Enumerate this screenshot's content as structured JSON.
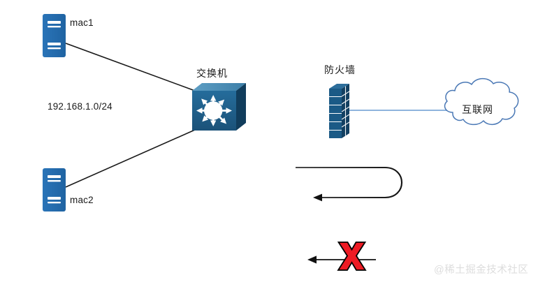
{
  "diagram": {
    "title": "Network topology with switch, firewall and internet",
    "colors": {
      "server_blue": "#2270b8",
      "switch_front": "#1f5c87",
      "switch_top": "#4f8fb8",
      "switch_side": "#13405f",
      "firewall_brick": "#1b5a86",
      "firewall_side": "#13466b",
      "cloud_outline": "#4a78b5",
      "link_dark": "#1a1a1a",
      "link_light_blue": "#8fb4dd",
      "x_mark_red": "#ee1b24",
      "x_mark_outline": "#000000",
      "arrow_black": "#111111",
      "watermark_gray": "#dddddd",
      "text": "#1a1a1a"
    },
    "nodes": [
      {
        "id": "mac1",
        "type": "server-icon",
        "label": "mac1"
      },
      {
        "id": "mac2",
        "type": "server-icon",
        "label": "mac2"
      },
      {
        "id": "switch",
        "type": "switch-icon",
        "label": "交换机"
      },
      {
        "id": "firewall",
        "type": "firewall-icon",
        "label": "防火墙"
      },
      {
        "id": "internet",
        "type": "cloud-icon",
        "label": "互联网"
      }
    ],
    "annotations": {
      "subnet": "192.168.1.0/24",
      "watermark": "@稀土掘金技术社区"
    },
    "links": [
      {
        "from": "mac1",
        "to": "switch",
        "style": "solid-dark"
      },
      {
        "from": "mac2",
        "to": "switch",
        "style": "solid-dark"
      },
      {
        "from": "switch",
        "to": "firewall",
        "style": "solid-dark"
      },
      {
        "from": "firewall",
        "to": "internet",
        "style": "solid-light-blue"
      }
    ],
    "markers": [
      {
        "id": "loopback-arrow",
        "type": "u-turn-arrow",
        "direction": "left"
      },
      {
        "id": "blocked-arrow",
        "type": "arrow-with-x",
        "direction": "left"
      }
    ]
  }
}
